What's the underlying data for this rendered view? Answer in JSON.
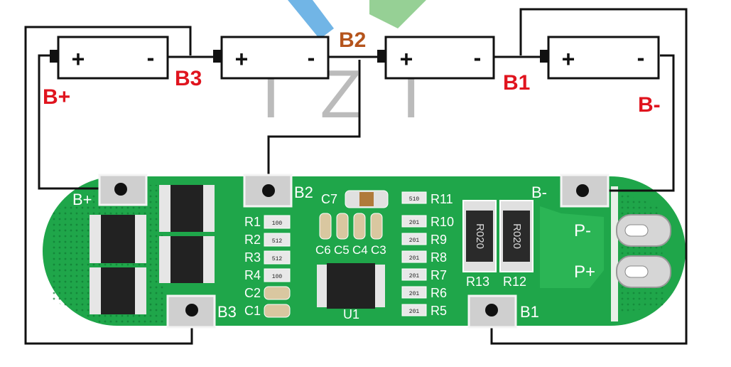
{
  "watermark": "TZT",
  "cells": [
    {
      "id": "cell-1",
      "plus": "+",
      "minus": "-"
    },
    {
      "id": "cell-2",
      "plus": "+",
      "minus": "-"
    },
    {
      "id": "cell-3",
      "plus": "+",
      "minus": "-"
    },
    {
      "id": "cell-4",
      "plus": "+",
      "minus": "-"
    }
  ],
  "wire_labels": {
    "b3": "B3",
    "b2": "B2",
    "b1": "B1",
    "b_plus": "B+",
    "b_minus": "B-"
  },
  "pcb": {
    "pad_labels": {
      "b_plus": "B+",
      "b2": "B2",
      "b_minus": "B-",
      "b3": "B3",
      "b1": "B1"
    },
    "output_labels": {
      "p_minus": "P-",
      "p_plus": "P+"
    },
    "resistors_left": [
      "R1",
      "R2",
      "R3",
      "R4"
    ],
    "caps_left": [
      "C2",
      "C1"
    ],
    "resistors_right": [
      "R11",
      "R10",
      "R9",
      "R8",
      "R7",
      "R6",
      "R5"
    ],
    "caps_mid": [
      "C6",
      "C5",
      "C4",
      "C3"
    ],
    "cap_top": "C7",
    "ic_label": "U1",
    "shunts": [
      "R13",
      "R12"
    ],
    "shunt_marking": "R020",
    "smd_codes": {
      "r11": "510",
      "r10": "201",
      "r9": "201",
      "r8": "201",
      "r7": "201",
      "r6": "201",
      "r5": "201",
      "r1": "100",
      "r2": "512",
      "r3": "512",
      "r4": "100"
    }
  },
  "colors": {
    "pcb": "#1fa64a",
    "wire": "#111111",
    "label_red": "#e0141e",
    "label_brown": "#b5541c"
  }
}
